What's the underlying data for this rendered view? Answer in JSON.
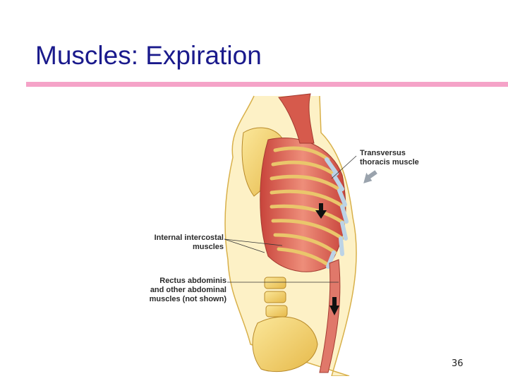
{
  "slide": {
    "title": "Muscles: Expiration",
    "page_number": "36"
  },
  "figure": {
    "labels": {
      "transversus_line1": "Transversus",
      "transversus_line2": "thoracis muscle",
      "intercostal_line1": "Internal intercostal",
      "intercostal_line2": "muscles",
      "rectus_line1": "Rectus abdominis",
      "rectus_line2": "and other abdominal",
      "rectus_line3": "muscles (not shown)"
    }
  },
  "colors": {
    "title": "#1a1a8c",
    "divider": "#f5a3c8",
    "bone": "#f2cf6b",
    "muscle": "#d9534f",
    "cartilage": "#bcd3e6"
  }
}
